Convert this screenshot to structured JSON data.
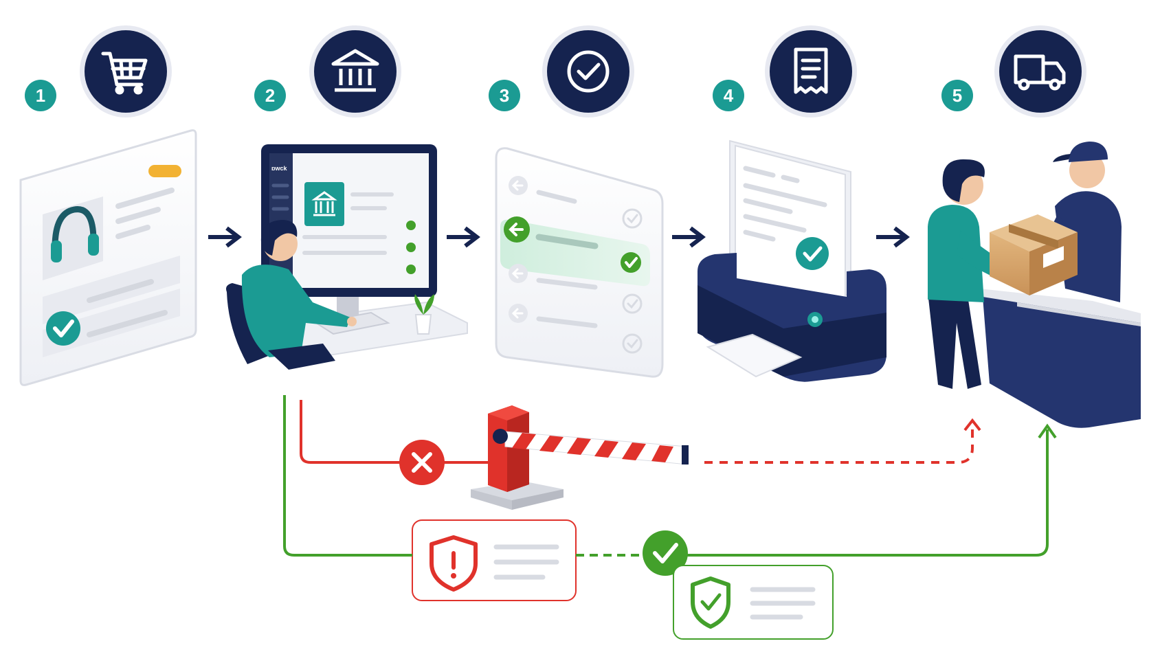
{
  "steps": [
    {
      "number": "1",
      "icon": "shopping-cart-icon"
    },
    {
      "number": "2",
      "icon": "bank-icon"
    },
    {
      "number": "3",
      "icon": "check-circle-icon"
    },
    {
      "number": "4",
      "icon": "receipt-icon"
    },
    {
      "number": "5",
      "icon": "delivery-truck-icon"
    }
  ],
  "monitor": {
    "brand": "ɒwck"
  },
  "colors": {
    "navy": "#15234f",
    "teal": "#1b9b93",
    "green": "#43a02b",
    "red": "#e0322b",
    "gold": "#f2b233",
    "light_gray": "#e6e8ee"
  },
  "paths": {
    "rejected": {
      "marker": "x-icon",
      "badge": "shield-alert-icon",
      "color": "red"
    },
    "approved": {
      "marker": "check-icon",
      "badge": "shield-check-icon",
      "color": "green"
    }
  }
}
